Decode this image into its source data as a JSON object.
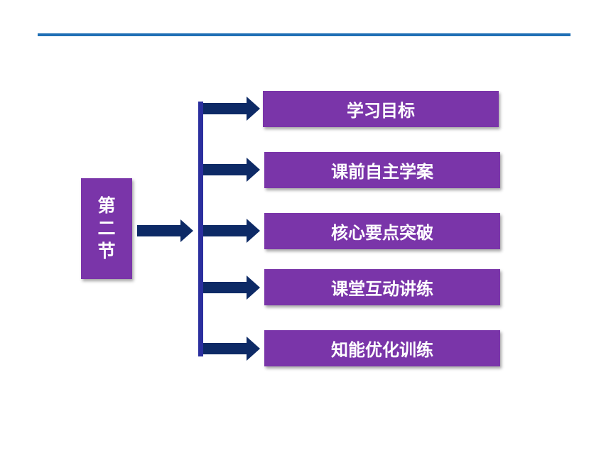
{
  "section": {
    "chars": [
      "第",
      "二",
      "节"
    ]
  },
  "items": [
    {
      "label": "学习目标"
    },
    {
      "label": "课前自主学案"
    },
    {
      "label": "核心要点突破"
    },
    {
      "label": "课堂互动讲练"
    },
    {
      "label": "知能优化训练"
    }
  ],
  "colors": {
    "box": "#7a35a9",
    "arrow": "#0d2a66",
    "bracket": "#2b2f9e",
    "rule": "#1f6fb5"
  }
}
